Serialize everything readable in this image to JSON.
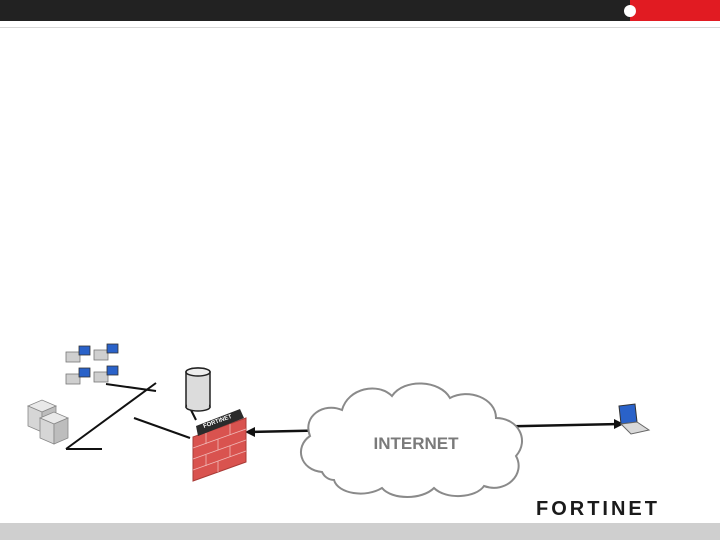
{
  "diagram": {
    "internet_label": "INTERNET",
    "logo_text": "FORTINET",
    "firewall_badge": "FORTINET"
  },
  "colors": {
    "top_bar": "#222222",
    "accent": "#e11b22",
    "bottom_bar": "#cfcfcf",
    "firewall": "#d9534f",
    "cloud_stroke": "#8a8a8a"
  },
  "icons": [
    "desktop-icon",
    "server-icon",
    "database-icon",
    "firewall-icon",
    "cloud-icon",
    "laptop-icon",
    "fortinet-logo"
  ]
}
